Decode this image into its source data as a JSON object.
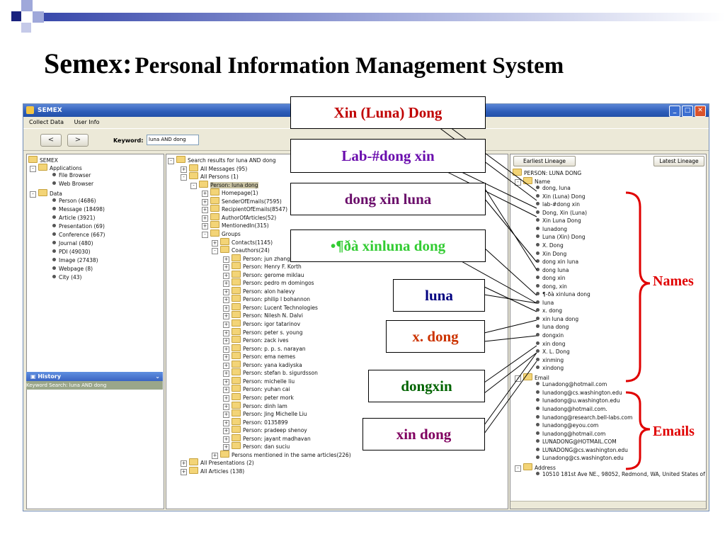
{
  "slide": {
    "title_main": "Semex:",
    "title_sub": "Personal Information Management System"
  },
  "window": {
    "title": "SEMEX",
    "menu": [
      "Collect Data",
      "User Info"
    ],
    "back_icon": "chevron-left-icon",
    "forward_icon": "chevron-right-icon",
    "keyword_label": "Keyword:",
    "keyword_value": "luna AND dong",
    "controls": [
      "minimize-icon",
      "maximize-icon",
      "close-icon"
    ]
  },
  "left_tree": {
    "items": [
      "SEMEX",
      "Applications",
      "File Browser",
      "Web Browser",
      "Data",
      "Person (4686)",
      "Message (18498)",
      "Article (3921)",
      "Presentation (69)",
      "Conference (667)",
      "Journal (480)",
      "PDI (49030)",
      "Image (27438)",
      "Webpage (8)",
      "City (43)"
    ],
    "history_label": "History",
    "history_text": "Keyword Search: luna AND dong"
  },
  "middle_tree": {
    "root": "Search results for luna AND dong",
    "all_messages": "All Messages (95)",
    "all_persons": "All Persons (1)",
    "selected_person": "Person: luna dong",
    "props": [
      "Homepage(1)",
      "SenderOfEmails(7595)",
      "RecipientOfEmails(8547)",
      "AuthorOfArticles(52)",
      "MentionedIn(315)"
    ],
    "groups": "Groups",
    "contacts": "Contacts(1145)",
    "coauthors": "Coauthors(24)",
    "people": [
      "Person: jun zhang",
      "Person: Henry F. Korth",
      "Person: gerome miklau",
      "Person: pedro m domingos",
      "Person: alon halevy",
      "Person: philip l bohannon",
      "Person: Lucent Technologies",
      "Person: Nilesh N. Dalvi",
      "Person: igor tatarinov",
      "Person: peter s. young",
      "Person: zack ives",
      "Person: p. p. s. narayan",
      "Person: ema nemes",
      "Person: yana kadiyska",
      "Person: stefan b. sigurdsson",
      "Person: michelle liu",
      "Person: yuhan cai",
      "Person: peter mork",
      "Person: dinh lam",
      "Person: Jing Michelle Liu",
      "Person: 0135899",
      "Person: pradeep shenoy",
      "Person: jayant madhavan",
      "Person: dan suciu"
    ],
    "mentioned": "Persons mentioned in the same articles(226)",
    "all_presentations": "All Presentations (2)",
    "all_articles": "All Articles (138)"
  },
  "right_panel": {
    "earliest_button": "Earliest Lineage",
    "latest_button": "Latest Lineage",
    "person_header": "PERSON: LUNA DONG",
    "name_folder": "Name",
    "names": [
      "dong, luna",
      "Xin (Luna) Dong",
      "lab-#dong xin",
      "Dong, Xin (Luna)",
      "Xin Luna Dong",
      "lunadong",
      "Luna (Xin) Dong",
      "X. Dong",
      "Xin Dong",
      "dong xin luna",
      "dong luna",
      "dong xin",
      "dong, xin",
      "¶-ðà xinluna dong",
      "luna",
      "x. dong",
      "xin luna dong",
      "luna dong",
      "dongxin",
      "xin dong",
      "X. L. Dong",
      "xinming",
      "xindong"
    ],
    "email_folder": "Email",
    "emails": [
      "Lunadong@hotmail.com",
      "lunadong@cs.washington.edu",
      "lunadong@u.washington.edu",
      "lunadong@hotmail.com.",
      "lunadong@research.bell-labs.com",
      "lunadong@eyou.com",
      "lunadong@hotmail.com",
      "LUNADONG@HOTMAIL.COM",
      "LUNADONG@cs.washington.edu",
      "Lunadong@cs.washington.edu"
    ],
    "address_folder": "Address",
    "address": "10510 181st Ave NE., 98052, Redmond, WA, United States of"
  },
  "callouts": [
    {
      "text": "Xin (Luna) Dong",
      "color": "#c00000"
    },
    {
      "text": "Lab-#dong xin",
      "color": "#6a0dad"
    },
    {
      "text": "dong xin luna",
      "color": "#6a0d6a"
    },
    {
      "text": "•¶ðà xinluna dong",
      "color": "#33cc33"
    },
    {
      "text": "luna",
      "color": "#000080"
    },
    {
      "text": "x. dong",
      "color": "#cc3300"
    },
    {
      "text": "dongxin",
      "color": "#006400"
    },
    {
      "text": "xin dong",
      "color": "#800060"
    }
  ],
  "annotations": {
    "names_label": "Names",
    "emails_label": "Emails",
    "brace_color": "#e00000"
  },
  "colors": {
    "slide_squares": [
      "#1a237e",
      "#3949ab",
      "#9fa8da",
      "#c5cae9"
    ]
  }
}
